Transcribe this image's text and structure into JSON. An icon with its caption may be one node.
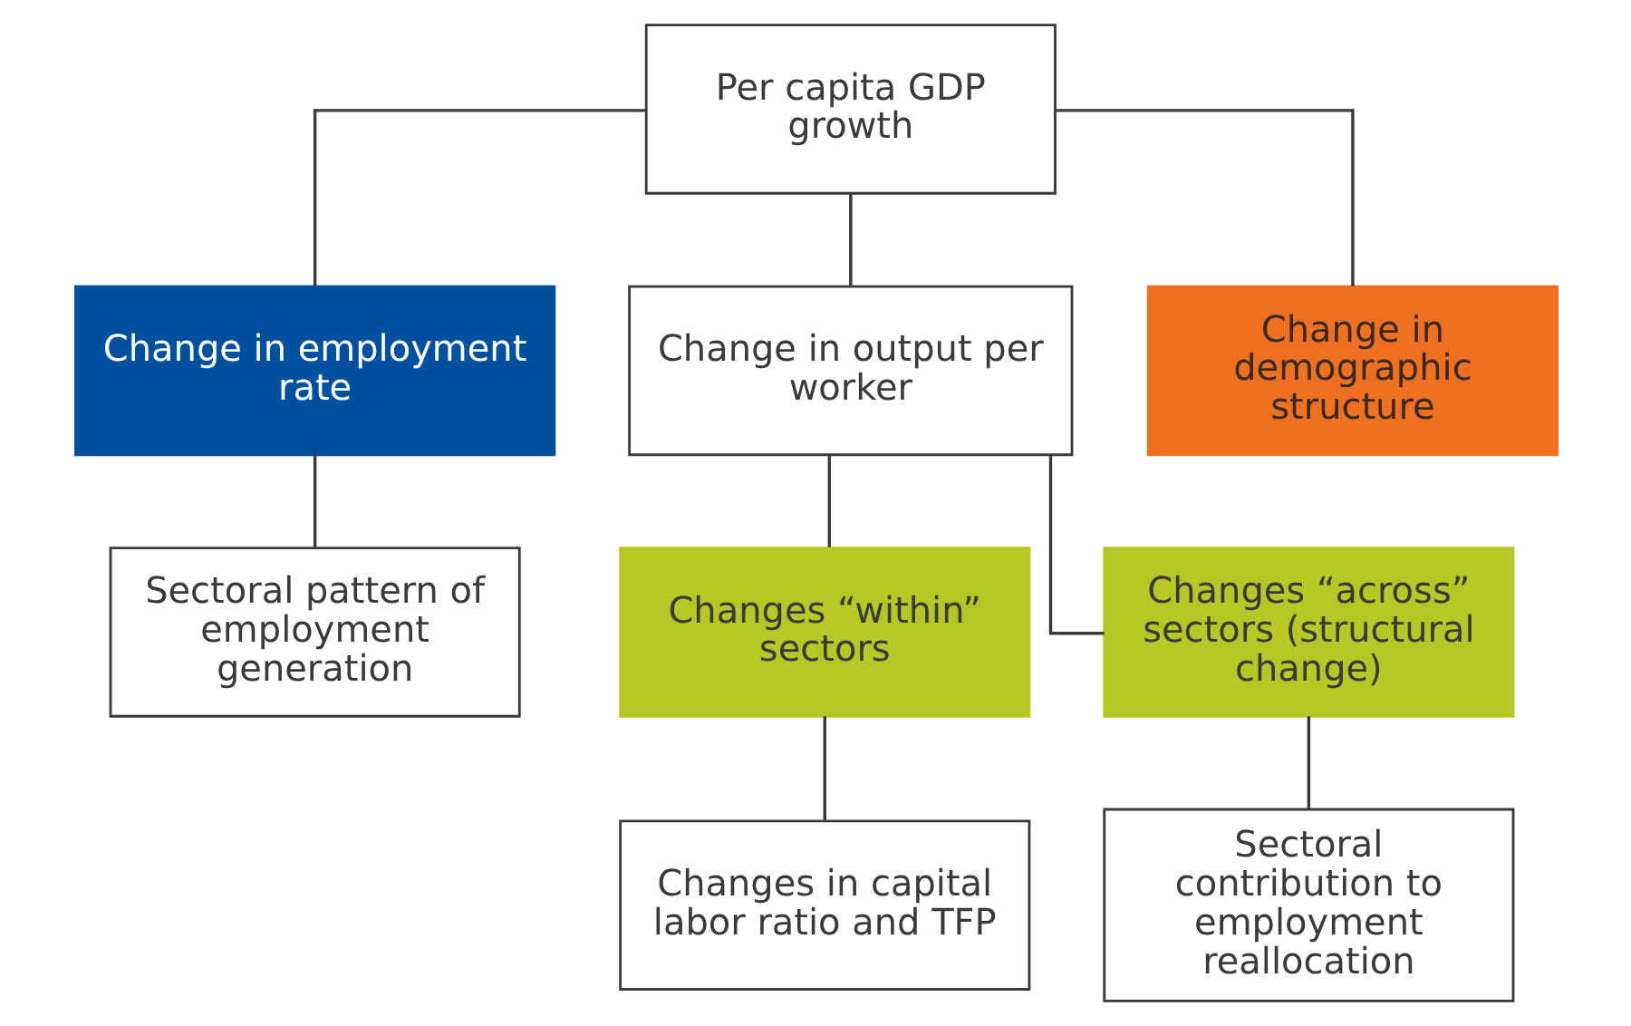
{
  "diagram": {
    "nodes": [
      {
        "text": [
          "Per capita GDP growth"
        ]
      },
      {
        "text": [
          "Change in employment rate"
        ]
      },
      {
        "text": [
          "Change in output per worker"
        ]
      },
      {
        "text": [
          "Change in demographic structure"
        ]
      },
      {
        "text": [
          "Sectoral pattern of employment generation"
        ]
      },
      {
        "text": [
          "Changes “within” sectors"
        ]
      },
      {
        "text": [
          "Changes “across” sectors (structural change)"
        ]
      },
      {
        "text": [
          "Changes in capital labor ratio and TFP"
        ]
      },
      {
        "text": [
          "Sectoral contribution to employment reallocation"
        ]
      }
    ],
    "edges": [
      {
        "from": 0,
        "to": 1,
        "arrow": "none"
      },
      {
        "from": 0,
        "to": 2,
        "arrow": "none"
      },
      {
        "from": 0,
        "to": 3,
        "arrow": "none"
      },
      {
        "from": 1,
        "to": 4,
        "arrow": "none"
      },
      {
        "from": 2,
        "to": 5,
        "arrow": "none"
      },
      {
        "from": 2,
        "to": 6,
        "arrow": "none"
      },
      {
        "from": 5,
        "to": 7,
        "arrow": "none"
      },
      {
        "from": 6,
        "to": 8,
        "arrow": "none"
      }
    ]
  }
}
